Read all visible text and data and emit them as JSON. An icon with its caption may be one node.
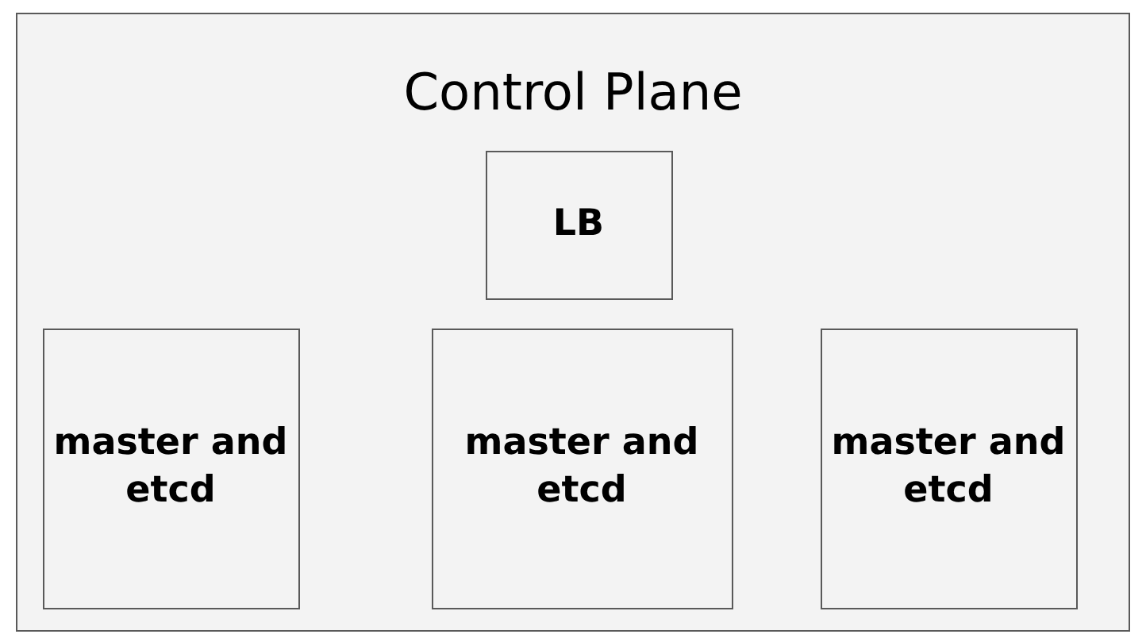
{
  "diagram": {
    "nodes": [
      {
        "text": [
          "Control Plane"
        ]
      },
      {
        "text": [
          "LB"
        ],
        "in": 0
      },
      {
        "text": [
          "master and etcd"
        ],
        "in": 0
      },
      {
        "text": [
          "master and etcd"
        ],
        "in": 0
      },
      {
        "text": [
          "master and etcd"
        ],
        "in": 0
      }
    ]
  }
}
